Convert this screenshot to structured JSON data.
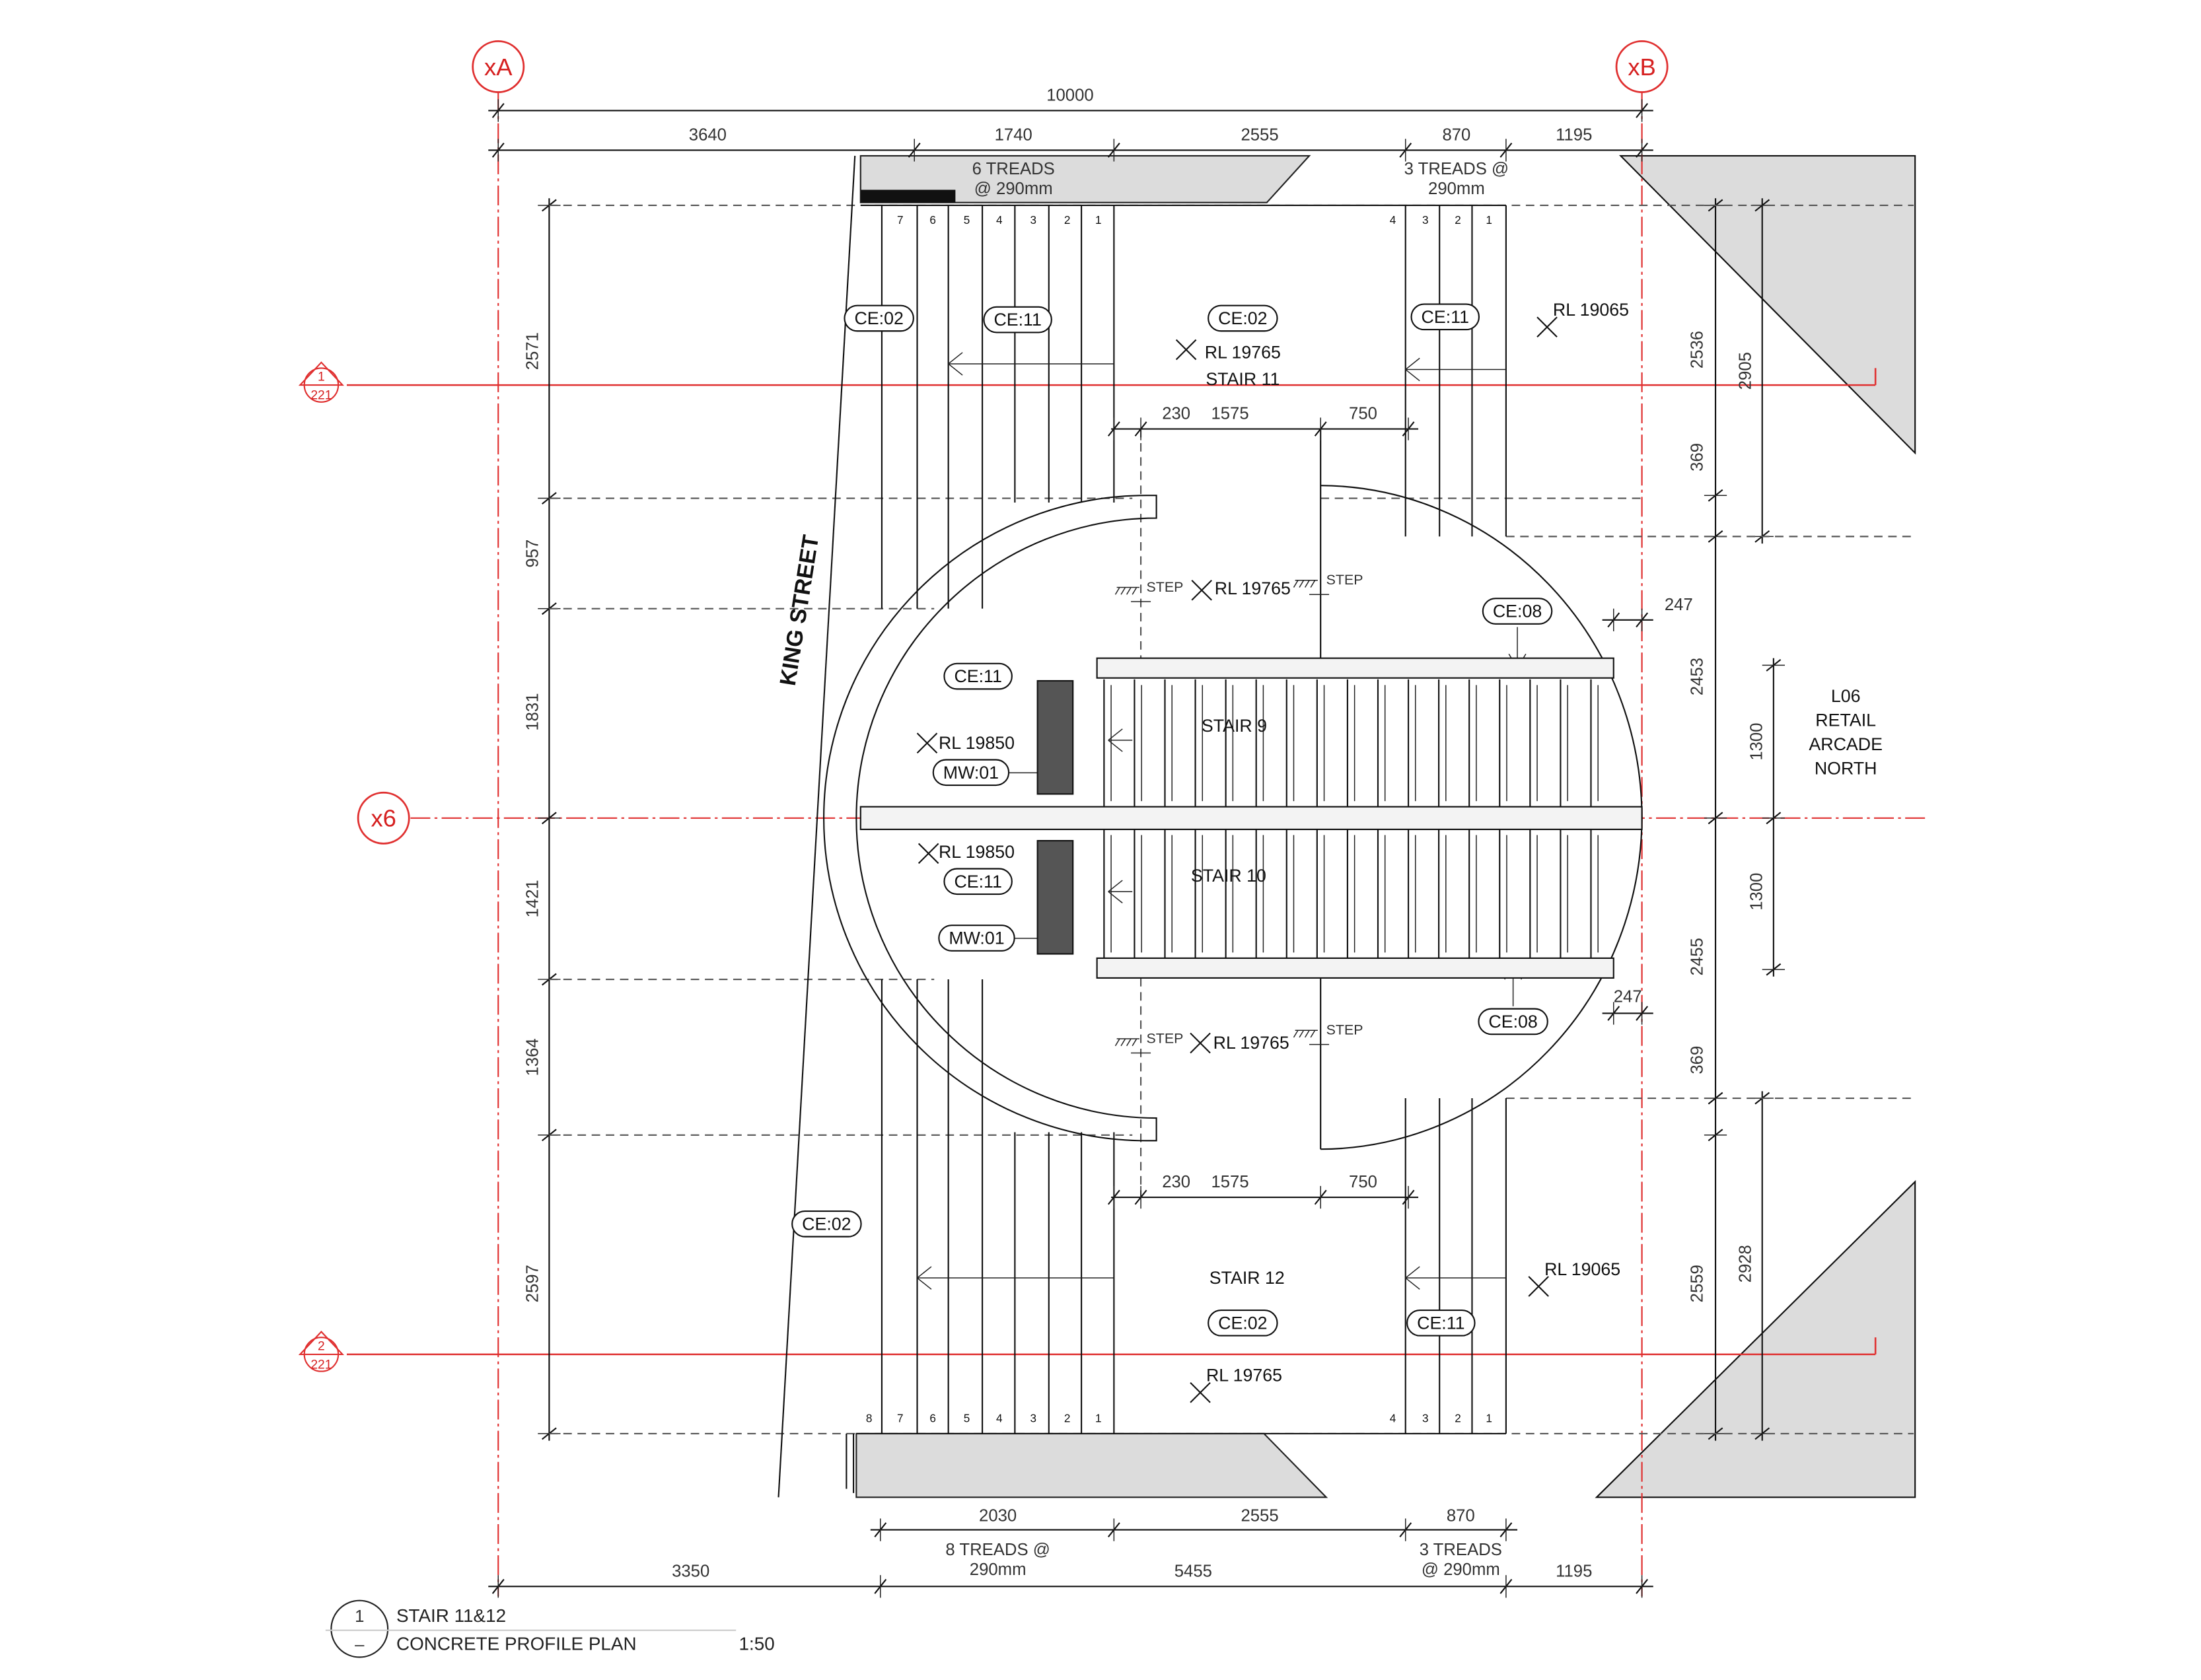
{
  "grid": {
    "xA": "xA",
    "xB": "xB",
    "x6": "x6"
  },
  "sections": [
    {
      "num": "1",
      "sheet": "221"
    },
    {
      "num": "2",
      "sheet": "221"
    }
  ],
  "top_dims": {
    "overall": "10000",
    "segments": [
      "3640",
      "1740",
      "2555",
      "870",
      "1195"
    ]
  },
  "left_dims": [
    "2571",
    "957",
    "1831",
    "1421",
    "1364",
    "2597"
  ],
  "right_dims": [
    "2536",
    "369",
    "2453",
    "2455",
    "369",
    "2559"
  ],
  "far_right_dims": [
    "2905",
    "2928"
  ],
  "center_dims": [
    "1300",
    "1300"
  ],
  "top_treads": {
    "left": [
      "6  TREADS",
      "@  290mm"
    ],
    "right": [
      "3  TREADS  @",
      "290mm"
    ]
  },
  "tread_numbers_top_left": [
    "7",
    "6",
    "5",
    "4",
    "3",
    "2",
    "1"
  ],
  "tread_numbers_top_right": [
    "4",
    "3",
    "2",
    "1"
  ],
  "tread_numbers_bottom_left": [
    "8",
    "7",
    "6",
    "5",
    "4",
    "3",
    "2",
    "1"
  ],
  "tread_numbers_bottom_right": [
    "4",
    "3",
    "2",
    "1"
  ],
  "street": "KING STREET",
  "tags": {
    "ce02_a": "CE:02",
    "ce11_a": "CE:11",
    "ce02_b": "CE:02",
    "ce11_b": "CE:11",
    "ce08_a": "CE:08",
    "ce11_c": "CE:11",
    "mw01_a": "MW:01",
    "ce11_d": "CE:11",
    "mw01_b": "MW:01",
    "ce08_b": "CE:08",
    "ce02_c": "CE:02",
    "ce02_d": "CE:02",
    "ce11_e": "CE:11"
  },
  "levels": {
    "rl_tr": "RL 19065",
    "rl_s11": "RL 19765",
    "rl_upper": "RL 19765",
    "rl_9": "RL 19850",
    "rl_10": "RL 19850",
    "rl_lower": "RL 19765",
    "rl_br": "RL 19065",
    "rl_s12": "RL 19765"
  },
  "stairs": {
    "s11": "STAIR 11",
    "s9": "STAIR 9",
    "s10": "STAIR 10",
    "s12": "STAIR 12"
  },
  "step": "STEP",
  "inner_dims_top": [
    "230",
    "1575",
    "750"
  ],
  "inner_dims_bottom": [
    "230",
    "1575",
    "750"
  ],
  "offset_dims": [
    "247",
    "247"
  ],
  "area_label": [
    "L06",
    "RETAIL",
    "ARCADE",
    "NORTH"
  ],
  "bottom_dims": {
    "row1": [
      "2030",
      "2555",
      "870"
    ],
    "treads_left": [
      "8  TREADS  @",
      "290mm"
    ],
    "treads_right": [
      "3  TREADS",
      "@  290mm"
    ],
    "row2": [
      "3350",
      "5455",
      "1195"
    ]
  },
  "title_block": {
    "number": "1",
    "sheet": "–",
    "line1": "STAIR  11&12",
    "line2": "CONCRETE  PROFILE  PLAN",
    "scale": "1:50"
  },
  "colors": {
    "grid": "#e03030",
    "fill": "#dcdcdc",
    "ink": "#111111"
  }
}
